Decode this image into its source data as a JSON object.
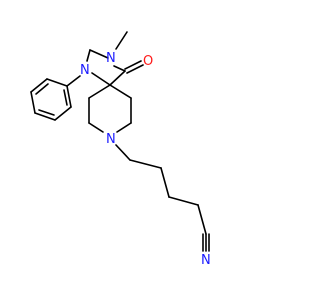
{
  "molecule": {
    "colors": {
      "bond": "#000000",
      "nitrogen": "#1a1aff",
      "oxygen": "#ff1a1a",
      "background": "#ffffff"
    },
    "atoms": {
      "n_methyl": "N",
      "n_phenyl": "N",
      "n_piperidine": "N",
      "o_carbonyl": "O",
      "n_nitrile": "N"
    }
  }
}
